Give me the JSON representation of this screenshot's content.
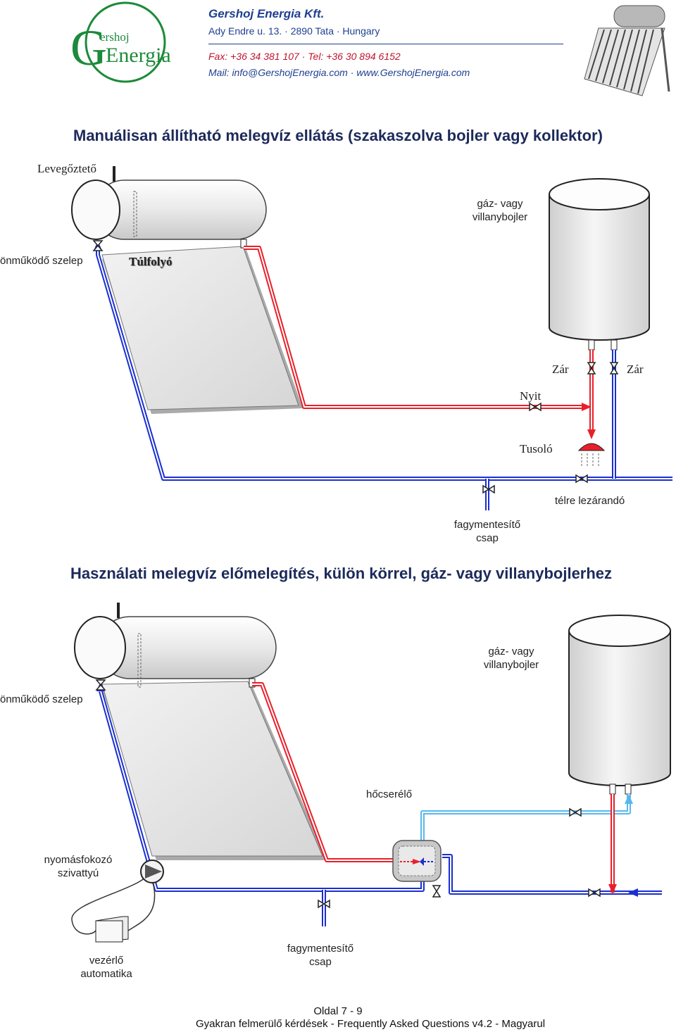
{
  "header": {
    "logo_text_top": "ershoj",
    "logo_text_g": "G",
    "logo_text_main": "Energia",
    "company": "Gershoj Energia Kft.",
    "address": "Ady Endre u. 13. · 2890 Tata · Hungary",
    "phones": "Fax: +36 34 381 107 · Tel: +36 30 894 6152",
    "contact": "Mail: info@GershojEnergia.com · www.GershojEnergia.com"
  },
  "diagram1": {
    "title": "Manuálisan állítható melegvíz ellátás (szakaszolva bojler vagy kollektor)",
    "air_vent": "Levegőztető",
    "boiler_line1": "gáz- vagy",
    "boiler_line2": "villanybojler",
    "auto_valve": "önműködő szelep",
    "overflow": "Túlfolyó",
    "close1": "Zár",
    "close2": "Zár",
    "open": "Nyit",
    "shower": "Tusoló",
    "winter": "télre lezárandó",
    "drain_line1": "fagymentesítő",
    "drain_line2": "csap"
  },
  "diagram2": {
    "title": "Használati melegvíz előmelegítés, külön körrel, gáz- vagy villanybojlerhez",
    "boiler_line1": "gáz- vagy",
    "boiler_line2": "villanybojler",
    "auto_valve": "önműködő szelep",
    "exchanger": "hőcserélő",
    "pump_line1": "nyomásfokozó",
    "pump_line2": "szivattyú",
    "controller_line1": "vezérlő",
    "controller_line2": "automatika",
    "drain_line1": "fagymentesítő",
    "drain_line2": "csap"
  },
  "footer": {
    "page": "Oldal 7 - 9",
    "doc": "Gyakran felmerülő kérdések - Frequently Asked Questions v4.2 - Magyarul"
  },
  "colors": {
    "hot": "#e8202a",
    "cold": "#1a2fd0",
    "light": "#58b8ec",
    "text_blue": "#1f3f8f",
    "text_red": "#c0152e",
    "logo_green": "#1c8a3a"
  }
}
